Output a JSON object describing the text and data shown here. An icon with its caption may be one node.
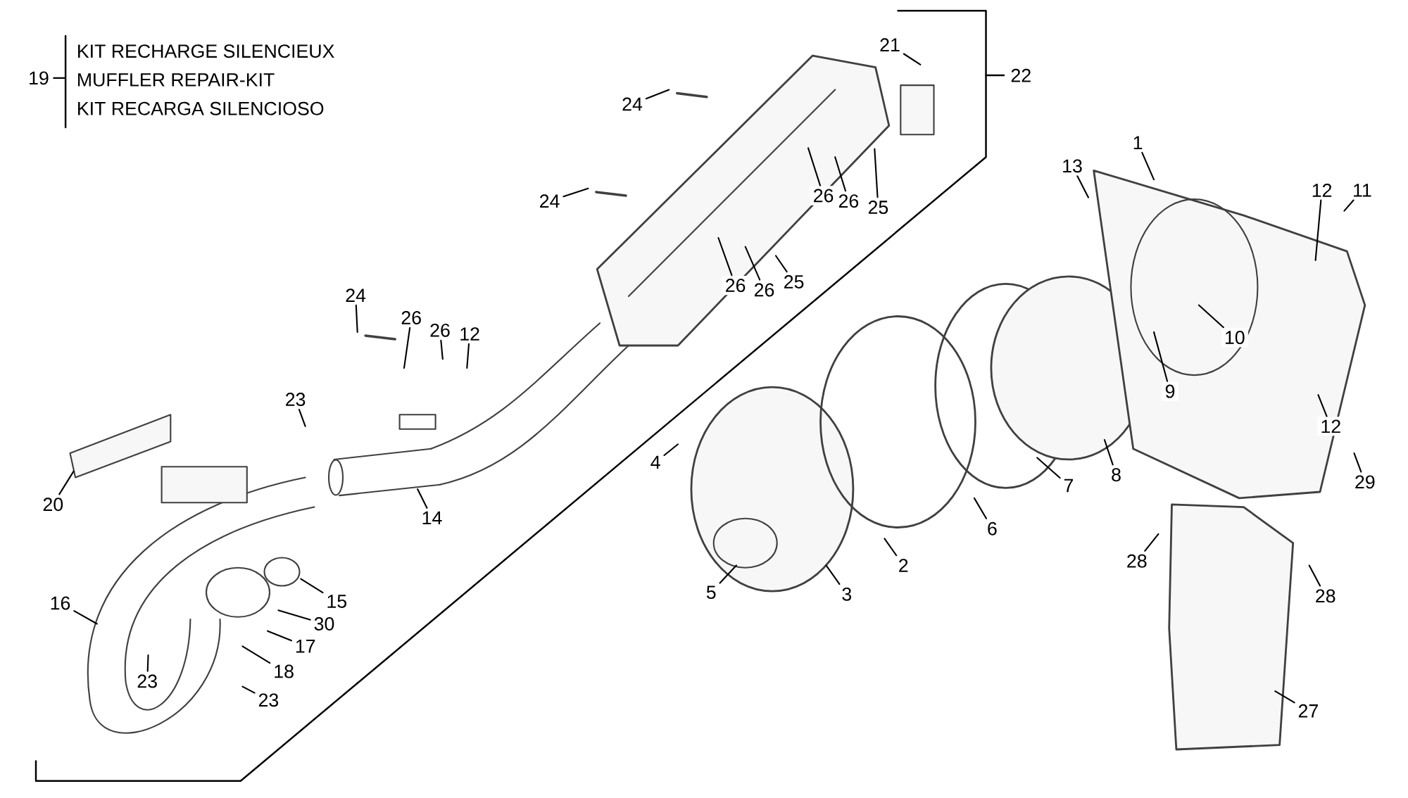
{
  "diagram": {
    "nodes": [
      {
        "text": [
          "21"
        ]
      },
      {
        "text": [
          "24"
        ]
      },
      {
        "text": [
          "24"
        ]
      },
      {
        "text": [
          "26"
        ]
      },
      {
        "text": [
          "26"
        ]
      },
      {
        "text": [
          "25"
        ]
      },
      {
        "text": [
          "26"
        ]
      },
      {
        "text": [
          "26"
        ]
      },
      {
        "text": [
          "25"
        ]
      },
      {
        "text": [
          "24"
        ]
      },
      {
        "text": [
          "26"
        ]
      },
      {
        "text": [
          "26"
        ]
      },
      {
        "text": [
          "12"
        ]
      },
      {
        "text": [
          "23"
        ]
      },
      {
        "text": [
          "20"
        ]
      },
      {
        "text": [
          "14"
        ]
      },
      {
        "text": [
          "13"
        ]
      },
      {
        "text": [
          "1"
        ]
      },
      {
        "text": [
          "12"
        ]
      },
      {
        "text": [
          "11"
        ]
      },
      {
        "text": [
          "10"
        ]
      },
      {
        "text": [
          "9"
        ]
      },
      {
        "text": [
          "4"
        ]
      },
      {
        "text": [
          "7"
        ]
      },
      {
        "text": [
          "8"
        ]
      },
      {
        "text": [
          "6"
        ]
      },
      {
        "text": [
          "2"
        ]
      },
      {
        "text": [
          "3"
        ]
      },
      {
        "text": [
          "5"
        ]
      },
      {
        "text": [
          "12"
        ]
      },
      {
        "text": [
          "29"
        ]
      },
      {
        "text": [
          "28"
        ]
      },
      {
        "text": [
          "28"
        ]
      },
      {
        "text": [
          "27"
        ]
      },
      {
        "text": [
          "16"
        ]
      },
      {
        "text": [
          "15"
        ]
      },
      {
        "text": [
          "30"
        ]
      },
      {
        "text": [
          "17"
        ]
      },
      {
        "text": [
          "18"
        ]
      },
      {
        "text": [
          "23"
        ]
      },
      {
        "text": [
          "23"
        ]
      }
    ],
    "edges": [
      {
        "from": 0,
        "to": null,
        "arrow": "none"
      },
      {
        "from": 1,
        "to": null,
        "arrow": "none"
      },
      {
        "from": 2,
        "to": null,
        "arrow": "none"
      },
      {
        "from": 3,
        "to": null,
        "arrow": "none"
      },
      {
        "from": 4,
        "to": null,
        "arrow": "none"
      },
      {
        "from": 5,
        "to": null,
        "arrow": "none"
      },
      {
        "from": 6,
        "to": null,
        "arrow": "none"
      },
      {
        "from": 7,
        "to": null,
        "arrow": "none"
      },
      {
        "from": 8,
        "to": null,
        "arrow": "none"
      },
      {
        "from": 9,
        "to": null,
        "arrow": "none"
      },
      {
        "from": 10,
        "to": null,
        "arrow": "none"
      },
      {
        "from": 11,
        "to": null,
        "arrow": "none"
      },
      {
        "from": 12,
        "to": null,
        "arrow": "none"
      },
      {
        "from": 13,
        "to": null,
        "arrow": "none"
      },
      {
        "from": 14,
        "to": null,
        "arrow": "none"
      },
      {
        "from": 15,
        "to": null,
        "arrow": "none"
      },
      {
        "from": 16,
        "to": null,
        "arrow": "none"
      },
      {
        "from": 17,
        "to": null,
        "arrow": "none"
      },
      {
        "from": 18,
        "to": null,
        "arrow": "none"
      },
      {
        "from": 19,
        "to": null,
        "arrow": "none"
      },
      {
        "from": 20,
        "to": null,
        "arrow": "none"
      },
      {
        "from": 21,
        "to": null,
        "arrow": "none"
      },
      {
        "from": 22,
        "to": null,
        "arrow": "none"
      },
      {
        "from": 23,
        "to": null,
        "arrow": "none"
      },
      {
        "from": 24,
        "to": null,
        "arrow": "none"
      },
      {
        "from": 25,
        "to": null,
        "arrow": "none"
      },
      {
        "from": 26,
        "to": null,
        "arrow": "none"
      },
      {
        "from": 27,
        "to": null,
        "arrow": "none"
      },
      {
        "from": 28,
        "to": null,
        "arrow": "none"
      },
      {
        "from": 29,
        "to": null,
        "arrow": "none"
      },
      {
        "from": 30,
        "to": null,
        "arrow": "none"
      },
      {
        "from": 31,
        "to": null,
        "arrow": "none"
      },
      {
        "from": 32,
        "to": null,
        "arrow": "none"
      },
      {
        "from": 33,
        "to": null,
        "arrow": "none"
      },
      {
        "from": 34,
        "to": null,
        "arrow": "none"
      },
      {
        "from": 35,
        "to": null,
        "arrow": "none"
      },
      {
        "from": 36,
        "to": null,
        "arrow": "none"
      },
      {
        "from": 37,
        "to": null,
        "arrow": "none"
      },
      {
        "from": 38,
        "to": null,
        "arrow": "none"
      },
      {
        "from": 39,
        "to": null,
        "arrow": "none"
      },
      {
        "from": 40,
        "to": null,
        "arrow": "none"
      }
    ],
    "labels": [
      "19",
      "KIT RECHARGE SILENCIEUX",
      "MUFFLER REPAIR-KIT",
      "KIT RECARGA SILENCIOSO",
      "22"
    ]
  }
}
